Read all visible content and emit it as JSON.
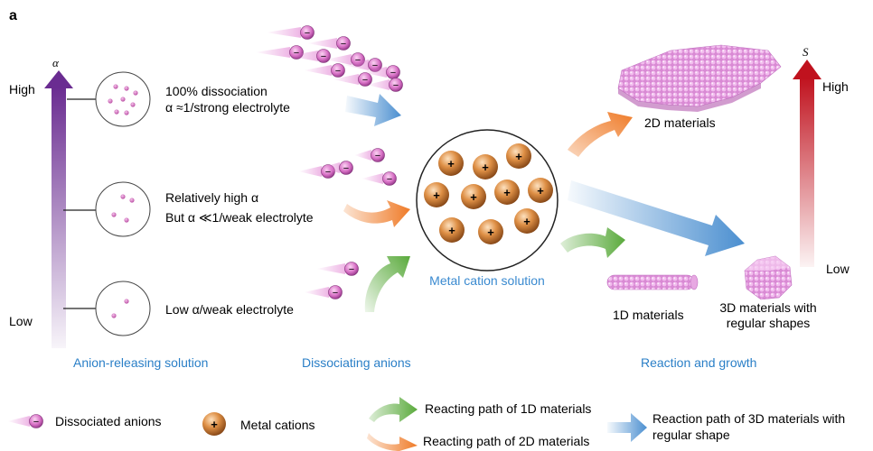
{
  "panel_label": "a",
  "alpha_axis": {
    "symbol": "α",
    "high": "High",
    "low": "Low"
  },
  "s_axis": {
    "symbol": "S",
    "high": "High",
    "low": "Low"
  },
  "levels": {
    "strong": {
      "line1": "100% dissociation",
      "line2": "α ≈1/strong electrolyte"
    },
    "relative": {
      "line1": "Relatively high α",
      "line2": "But α ≪1/weak electrolyte"
    },
    "low": {
      "line1": "Low α/weak electrolyte"
    }
  },
  "cation_solution_label": "Metal cation solution",
  "products": {
    "d2": "2D materials",
    "d1": "1D materials",
    "d3_line1": "3D materials with",
    "d3_line2": "regular shapes"
  },
  "sections": {
    "anion_releasing": "Anion-releasing solution",
    "dissociating": "Dissociating anions",
    "reaction": "Reaction and growth"
  },
  "legend": {
    "anions": "Dissociated anions",
    "cations": "Metal cations",
    "path_1d": "Reacting path of 1D materials",
    "path_2d": "Reacting path of 2D materials",
    "path_3d_line1": "Reaction path of 3D materials with",
    "path_3d_line2": "regular shape"
  },
  "symbols": {
    "minus": "−",
    "plus": "+"
  },
  "colors": {
    "alpha_arrow": "#6a2c91",
    "s_arrow": "#c0121e",
    "orange_arrow": "#ef7b28",
    "green_arrow": "#5aaa3c",
    "blue_arrow": "#4b8fd0",
    "section_text": "#2a7fc7",
    "anion": "#e07ad0",
    "cation": "#c9772e"
  }
}
